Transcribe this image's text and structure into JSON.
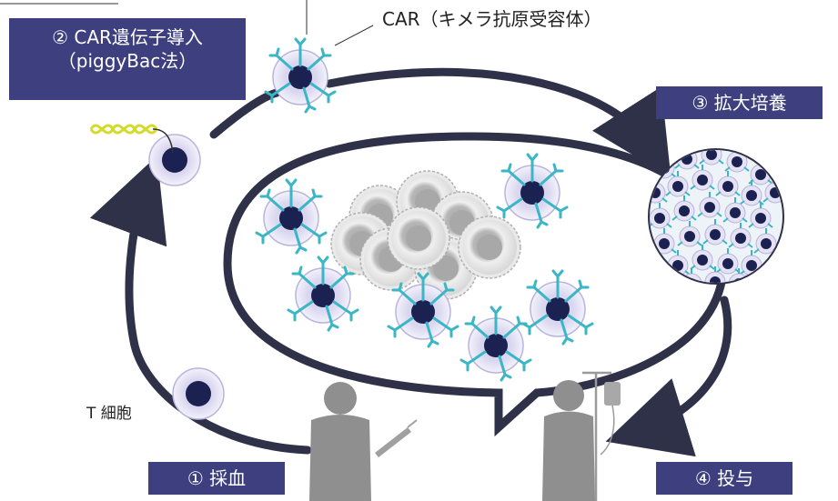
{
  "car_label": "CAR（キメラ抗原受容体）",
  "tcell_label": "T 細胞",
  "steps": {
    "step1": "① 採血",
    "step2_line1": "② CAR遺伝子導入",
    "step2_line2": "（piggyBac法）",
    "step3": "③  拡大培養",
    "step4": "④ 投与"
  },
  "colors": {
    "label_box": "#3d3f7e",
    "cycle_arrow": "#2e3148",
    "cell_nucleus": "#1b2150",
    "cell_membrane": "#e6e4f5",
    "car_receptor": "#3ab6c6",
    "tumor_cell": "#cfcfcf",
    "dna": "#d4dc2a",
    "person": "#8f8f8f"
  }
}
